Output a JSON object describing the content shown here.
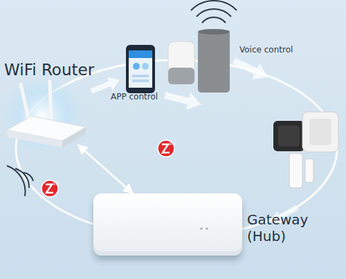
{
  "diagram": {
    "nodes": [
      {
        "text": [
          "WiFi Router"
        ]
      },
      {
        "text": [
          "Gateway (Hub)"
        ]
      }
    ],
    "edges": [
      {
        "from": 0,
        "to": 1,
        "arrow": "both"
      }
    ],
    "labels": [
      "APP control",
      "Voice control",
      "3.0",
      "3.0"
    ]
  }
}
